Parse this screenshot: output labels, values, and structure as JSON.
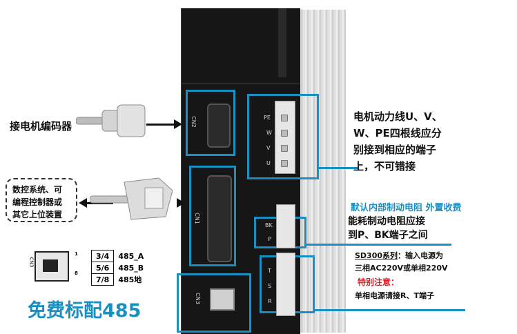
{
  "labels": {
    "encoder": "接电机编码器",
    "controller_lines": [
      "数控系统、可",
      "编程控制器或",
      "其它上位装置"
    ],
    "free_485": "免费标配485"
  },
  "motor_power": {
    "lines": [
      "电机动力线U、V、",
      "W、PE四根线应分",
      "别接到相应的端子",
      "上，不可错接"
    ],
    "terminals": [
      "PE",
      "W",
      "V",
      "U"
    ]
  },
  "brake": {
    "title": "默认内部制动电阻 外置收费",
    "lines": [
      "能耗制动电阻应接",
      "到P、BK端子之间"
    ],
    "terminals": [
      "BK",
      "P"
    ]
  },
  "power_input": {
    "series_label": "SD300系列",
    "series_suffix": "：输入电源为",
    "line2": "三相AC220V或单相220V",
    "warning": "特别注意：",
    "line4": "单相电源请接R、T端子",
    "terminals": [
      "T",
      "S",
      "R"
    ]
  },
  "connectors": {
    "cn1": "CN1",
    "cn2": "CN2",
    "cn3": "CN3"
  },
  "pinout": {
    "rows": [
      {
        "pins": "3/4",
        "signal": "485_A"
      },
      {
        "pins": "5/6",
        "signal": "485_B"
      },
      {
        "pins": "7/8",
        "signal": "485地"
      }
    ],
    "pin_numbers": [
      "1",
      "8"
    ],
    "jack_label": "CN3"
  },
  "colors": {
    "accent_blue": "#1a8fc4",
    "warning_red": "#e0202a"
  }
}
